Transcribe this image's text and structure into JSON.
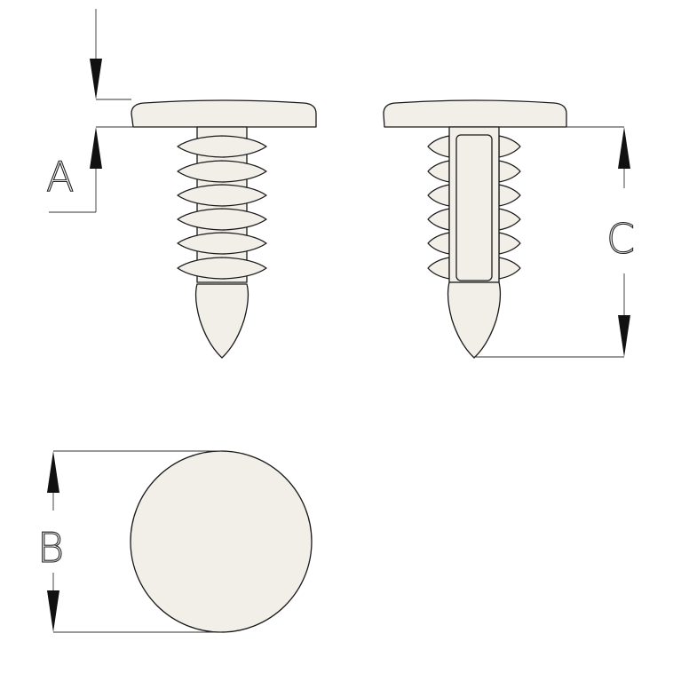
{
  "labels": {
    "a": "A",
    "b": "B",
    "c": "C"
  },
  "colors": {
    "line": "#1a1a1a",
    "fill": "#f2efe9",
    "dimension": "#333333",
    "background": "#ffffff"
  }
}
